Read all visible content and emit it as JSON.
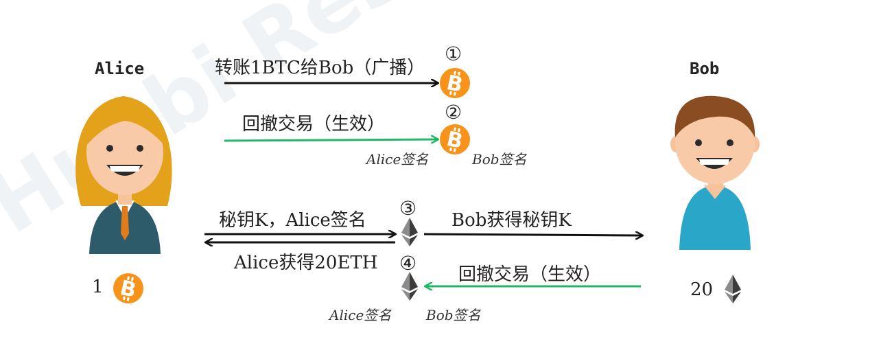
{
  "watermark": "Huobi Research",
  "alice": {
    "name": "Alice",
    "balance": "1"
  },
  "bob": {
    "name": "Bob",
    "balance": "20"
  },
  "steps": {
    "s1": {
      "marker": "①",
      "label": "转账1BTC给Bob（广播）"
    },
    "s2": {
      "marker": "②",
      "label": "回撤交易（生效）",
      "sig_a": "Alice签名",
      "sig_b": "Bob签名"
    },
    "s3": {
      "marker": "③",
      "label_left": "秘钥K，Alice签名",
      "label_return": "Alice获得20ETH",
      "label_right": "Bob获得秘钥K"
    },
    "s4": {
      "marker": "④",
      "label": "回撤交易（生效）",
      "sig_a": "Alice签名",
      "sig_b": "Bob签名"
    }
  },
  "colors": {
    "black_arrow": "#111111",
    "green_arrow": "#1fb866",
    "btc": "#f7931a"
  },
  "icons": [
    "bitcoin-icon",
    "ethereum-icon",
    "alice-avatar",
    "bob-avatar"
  ]
}
